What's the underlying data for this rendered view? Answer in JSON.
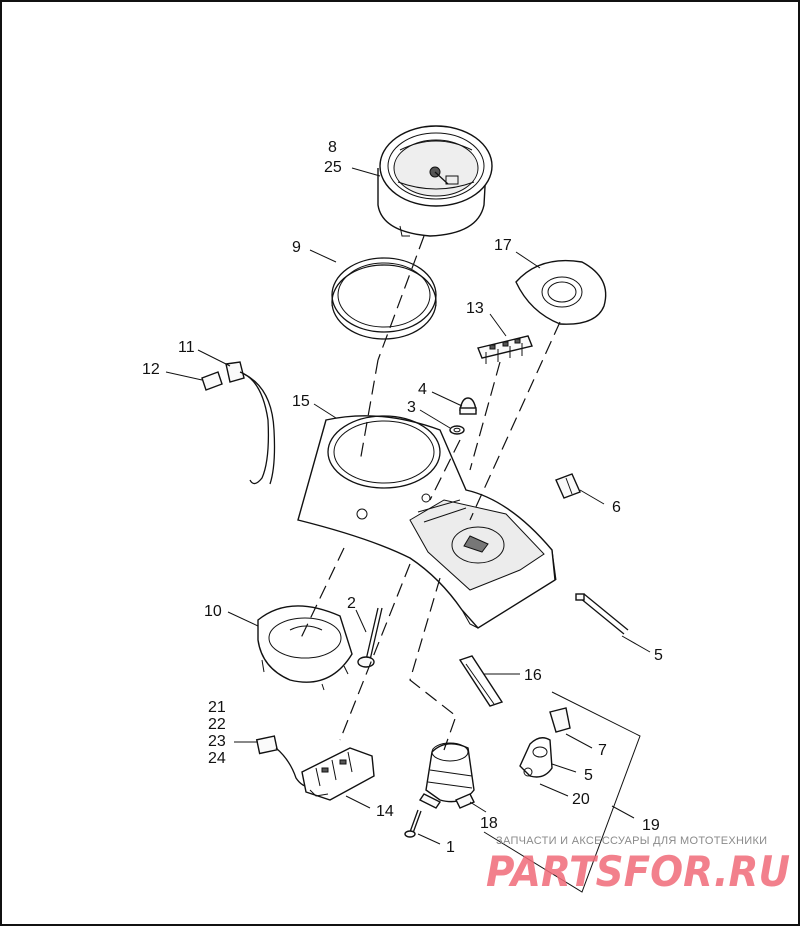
{
  "callouts": {
    "c8": "8",
    "c25": "25",
    "c9": "9",
    "c17": "17",
    "c13": "13",
    "c11": "11",
    "c12": "12",
    "c4": "4",
    "c3": "3",
    "c15": "15",
    "c6": "6",
    "c2": "2",
    "c10": "10",
    "c5a": "5",
    "c16": "16",
    "c21": "21",
    "c22": "22",
    "c23": "23",
    "c24": "24",
    "c7": "7",
    "c5b": "5",
    "c20": "20",
    "c14": "14",
    "c18": "18",
    "c19": "19",
    "c1": "1"
  },
  "watermark": {
    "tagline": "ЗАПЧАСТИ И АКСЕССУАРЫ ДЛЯ МОТОТЕХНИКИ",
    "brand": "PARTSFOR.RU"
  }
}
